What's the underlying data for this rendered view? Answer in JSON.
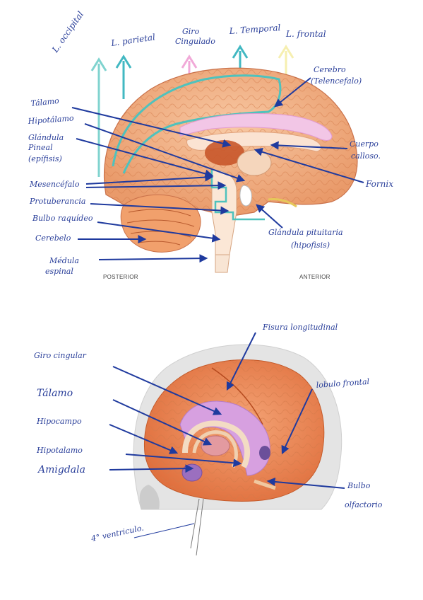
{
  "diagram_1": {
    "top_labels": {
      "occipital": "L. occipital",
      "parietal": "L. parietal",
      "cingulate_line1": "Giro",
      "cingulate_line2": "Cingulado",
      "temporal": "L. Temporal",
      "frontal": "L. frontal"
    },
    "right_labels": {
      "cerebro_line1": "Cerebro",
      "cerebro_line2": "(Telencefalo)",
      "cuerpo_line1": "Cuerpo",
      "cuerpo_line2": "calloso.",
      "fornix": "Fornix",
      "pituitaria_line1": "Glándula pituitaria",
      "pituitaria_line2": "(hipofisis)"
    },
    "left_labels": {
      "talamo": "Tálamo",
      "hipotalamo": "Hipotálamo",
      "pineal_line1": "Glándula",
      "pineal_line2": "Pineal",
      "pineal_line3": "(epífisis)",
      "mesencefalo": "Mesencéfalo",
      "protuberancia": "Protuberancia",
      "bulbo": "Bulbo raquídeo",
      "cerebelo": "Cerebelo",
      "medula_line1": "Médula",
      "medula_line2": "espinal"
    },
    "printed": {
      "posterior": "POSTERIOR",
      "anterior": "ANTERIOR"
    }
  },
  "diagram_2": {
    "labels": {
      "fisura": "Fisura longitudinal",
      "giro": "Giro cingular",
      "lobulo": "lobulo frontal",
      "talamo": "Tálamo",
      "hipocampo": "Hipocampo",
      "hipotalamo": "Hipotalamo",
      "amigdala": "Amigdala",
      "bulbo_line1": "Bulbo",
      "bulbo_line2": "olfactorio",
      "ventriculo": "4° ventriculo."
    }
  },
  "colors": {
    "ink": "#1f3a9e",
    "cortex": "#f2b48a",
    "cortex_dark": "#e0895a",
    "teal_outline": "#5ec8c2",
    "pink": "#e8a3d8",
    "thalamus": "#c8562a"
  }
}
